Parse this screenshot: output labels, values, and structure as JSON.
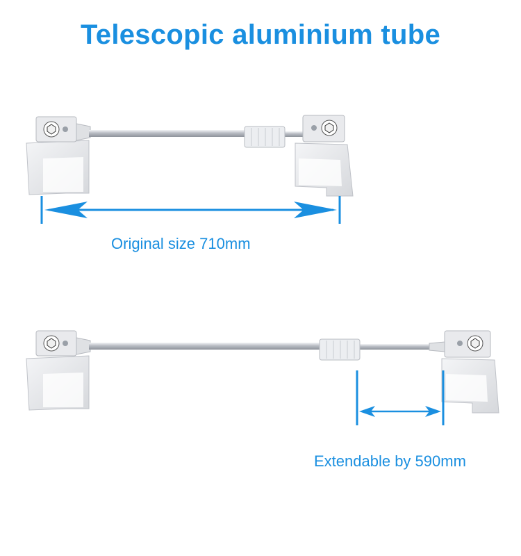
{
  "title": "Telescopic aluminium tube",
  "original_size_label": "Original size 710mm",
  "extension_label": "Extendable by 590mm",
  "colors": {
    "accent": "#1a8fe0",
    "bracket": "#e6e7ea",
    "bracket_shadow": "#cfd1d6",
    "rod": "#c9ccd1",
    "text_blue": "#1a8fe0"
  },
  "icons": {
    "bracket": "mounting-bracket",
    "rod": "telescopic-rod",
    "dimension": "double-arrow"
  }
}
